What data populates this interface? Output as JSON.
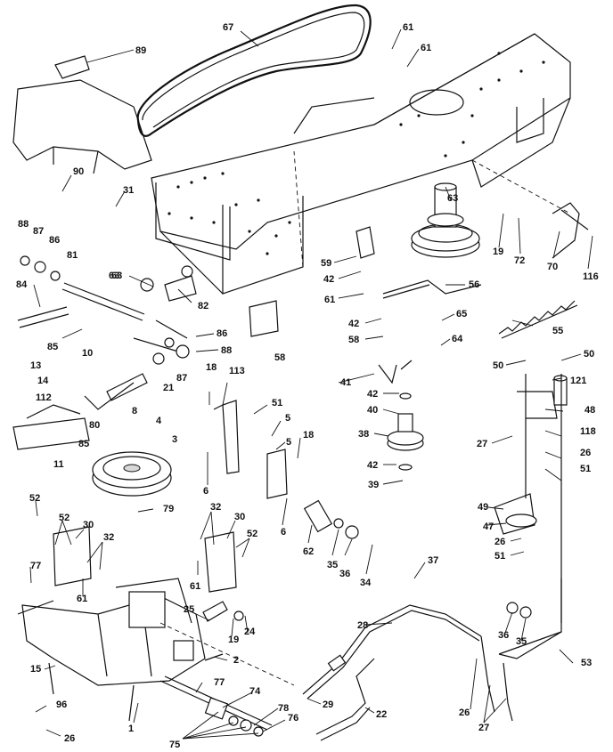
{
  "diagram": {
    "callouts": [
      {
        "id": "c-89",
        "text": "89"
      },
      {
        "id": "c-67",
        "text": "67"
      },
      {
        "id": "c-61a",
        "text": "61"
      },
      {
        "id": "c-61b",
        "text": "61"
      },
      {
        "id": "c-90",
        "text": "90"
      },
      {
        "id": "c-31",
        "text": "31"
      },
      {
        "id": "c-63a",
        "text": "63"
      },
      {
        "id": "c-88a",
        "text": "88"
      },
      {
        "id": "c-87a",
        "text": "87"
      },
      {
        "id": "c-86a",
        "text": "86"
      },
      {
        "id": "c-81",
        "text": "81"
      },
      {
        "id": "c-63b",
        "text": "63"
      },
      {
        "id": "c-82",
        "text": "82"
      },
      {
        "id": "c-84",
        "text": "84"
      },
      {
        "id": "c-85a",
        "text": "85"
      },
      {
        "id": "c-86b",
        "text": "86"
      },
      {
        "id": "c-88b",
        "text": "88"
      },
      {
        "id": "c-87b",
        "text": "87"
      },
      {
        "id": "c-21",
        "text": "21"
      },
      {
        "id": "c-10",
        "text": "10"
      },
      {
        "id": "c-13",
        "text": "13"
      },
      {
        "id": "c-14",
        "text": "14"
      },
      {
        "id": "c-112",
        "text": "112"
      },
      {
        "id": "c-80",
        "text": "80"
      },
      {
        "id": "c-8",
        "text": "8"
      },
      {
        "id": "c-85b",
        "text": "85"
      },
      {
        "id": "c-11",
        "text": "11"
      },
      {
        "id": "c-4",
        "text": "4"
      },
      {
        "id": "c-3",
        "text": "3"
      },
      {
        "id": "c-18a",
        "text": "18"
      },
      {
        "id": "c-113",
        "text": "113"
      },
      {
        "id": "c-51a",
        "text": "51"
      },
      {
        "id": "c-5a",
        "text": "5"
      },
      {
        "id": "c-5b",
        "text": "5"
      },
      {
        "id": "c-18b",
        "text": "18"
      },
      {
        "id": "c-6a",
        "text": "6"
      },
      {
        "id": "c-6b",
        "text": "6"
      },
      {
        "id": "c-58a",
        "text": "58"
      },
      {
        "id": "c-59",
        "text": "59"
      },
      {
        "id": "c-42a",
        "text": "42"
      },
      {
        "id": "c-61c",
        "text": "61"
      },
      {
        "id": "c-42b",
        "text": "42"
      },
      {
        "id": "c-58b",
        "text": "58"
      },
      {
        "id": "c-56",
        "text": "56"
      },
      {
        "id": "c-65",
        "text": "65"
      },
      {
        "id": "c-64",
        "text": "64"
      },
      {
        "id": "c-63c",
        "text": "63"
      },
      {
        "id": "c-19a",
        "text": "19"
      },
      {
        "id": "c-72",
        "text": "72"
      },
      {
        "id": "c-70",
        "text": "70"
      },
      {
        "id": "c-116",
        "text": "116"
      },
      {
        "id": "c-55",
        "text": "55"
      },
      {
        "id": "c-41",
        "text": "41"
      },
      {
        "id": "c-42c",
        "text": "42"
      },
      {
        "id": "c-40",
        "text": "40"
      },
      {
        "id": "c-38",
        "text": "38"
      },
      {
        "id": "c-42d",
        "text": "42"
      },
      {
        "id": "c-39",
        "text": "39"
      },
      {
        "id": "c-50a",
        "text": "50"
      },
      {
        "id": "c-50b",
        "text": "50"
      },
      {
        "id": "c-121",
        "text": "121"
      },
      {
        "id": "c-48",
        "text": "48"
      },
      {
        "id": "c-27a",
        "text": "27"
      },
      {
        "id": "c-118",
        "text": "118"
      },
      {
        "id": "c-26a",
        "text": "26"
      },
      {
        "id": "c-51b",
        "text": "51"
      },
      {
        "id": "c-52a",
        "text": "52"
      },
      {
        "id": "c-52b",
        "text": "52"
      },
      {
        "id": "c-30a",
        "text": "30"
      },
      {
        "id": "c-32a",
        "text": "32"
      },
      {
        "id": "c-79",
        "text": "79"
      },
      {
        "id": "c-32b",
        "text": "32"
      },
      {
        "id": "c-30b",
        "text": "30"
      },
      {
        "id": "c-52c",
        "text": "52"
      },
      {
        "id": "c-61d",
        "text": "61"
      },
      {
        "id": "c-62",
        "text": "62"
      },
      {
        "id": "c-35a",
        "text": "35"
      },
      {
        "id": "c-36a",
        "text": "36"
      },
      {
        "id": "c-34",
        "text": "34"
      },
      {
        "id": "c-37",
        "text": "37"
      },
      {
        "id": "c-49",
        "text": "49"
      },
      {
        "id": "c-47",
        "text": "47"
      },
      {
        "id": "c-26b",
        "text": "26"
      },
      {
        "id": "c-51c",
        "text": "51"
      },
      {
        "id": "c-77a",
        "text": "77"
      },
      {
        "id": "c-61e",
        "text": "61"
      },
      {
        "id": "c-25",
        "text": "25"
      },
      {
        "id": "c-19b",
        "text": "19"
      },
      {
        "id": "c-24",
        "text": "24"
      },
      {
        "id": "c-2",
        "text": "2"
      },
      {
        "id": "c-28",
        "text": "28"
      },
      {
        "id": "c-36b",
        "text": "36"
      },
      {
        "id": "c-35b",
        "text": "35"
      },
      {
        "id": "c-53",
        "text": "53"
      },
      {
        "id": "c-15",
        "text": "15"
      },
      {
        "id": "c-77b",
        "text": "77"
      },
      {
        "id": "c-74",
        "text": "74"
      },
      {
        "id": "c-29",
        "text": "29"
      },
      {
        "id": "c-96",
        "text": "96"
      },
      {
        "id": "c-1",
        "text": "1"
      },
      {
        "id": "c-78",
        "text": "78"
      },
      {
        "id": "c-76a",
        "text": "76"
      },
      {
        "id": "c-22",
        "text": "22"
      },
      {
        "id": "c-26c",
        "text": "26"
      },
      {
        "id": "c-27b",
        "text": "27"
      },
      {
        "id": "c-26d",
        "text": "26"
      },
      {
        "id": "c-75",
        "text": "75"
      }
    ]
  }
}
